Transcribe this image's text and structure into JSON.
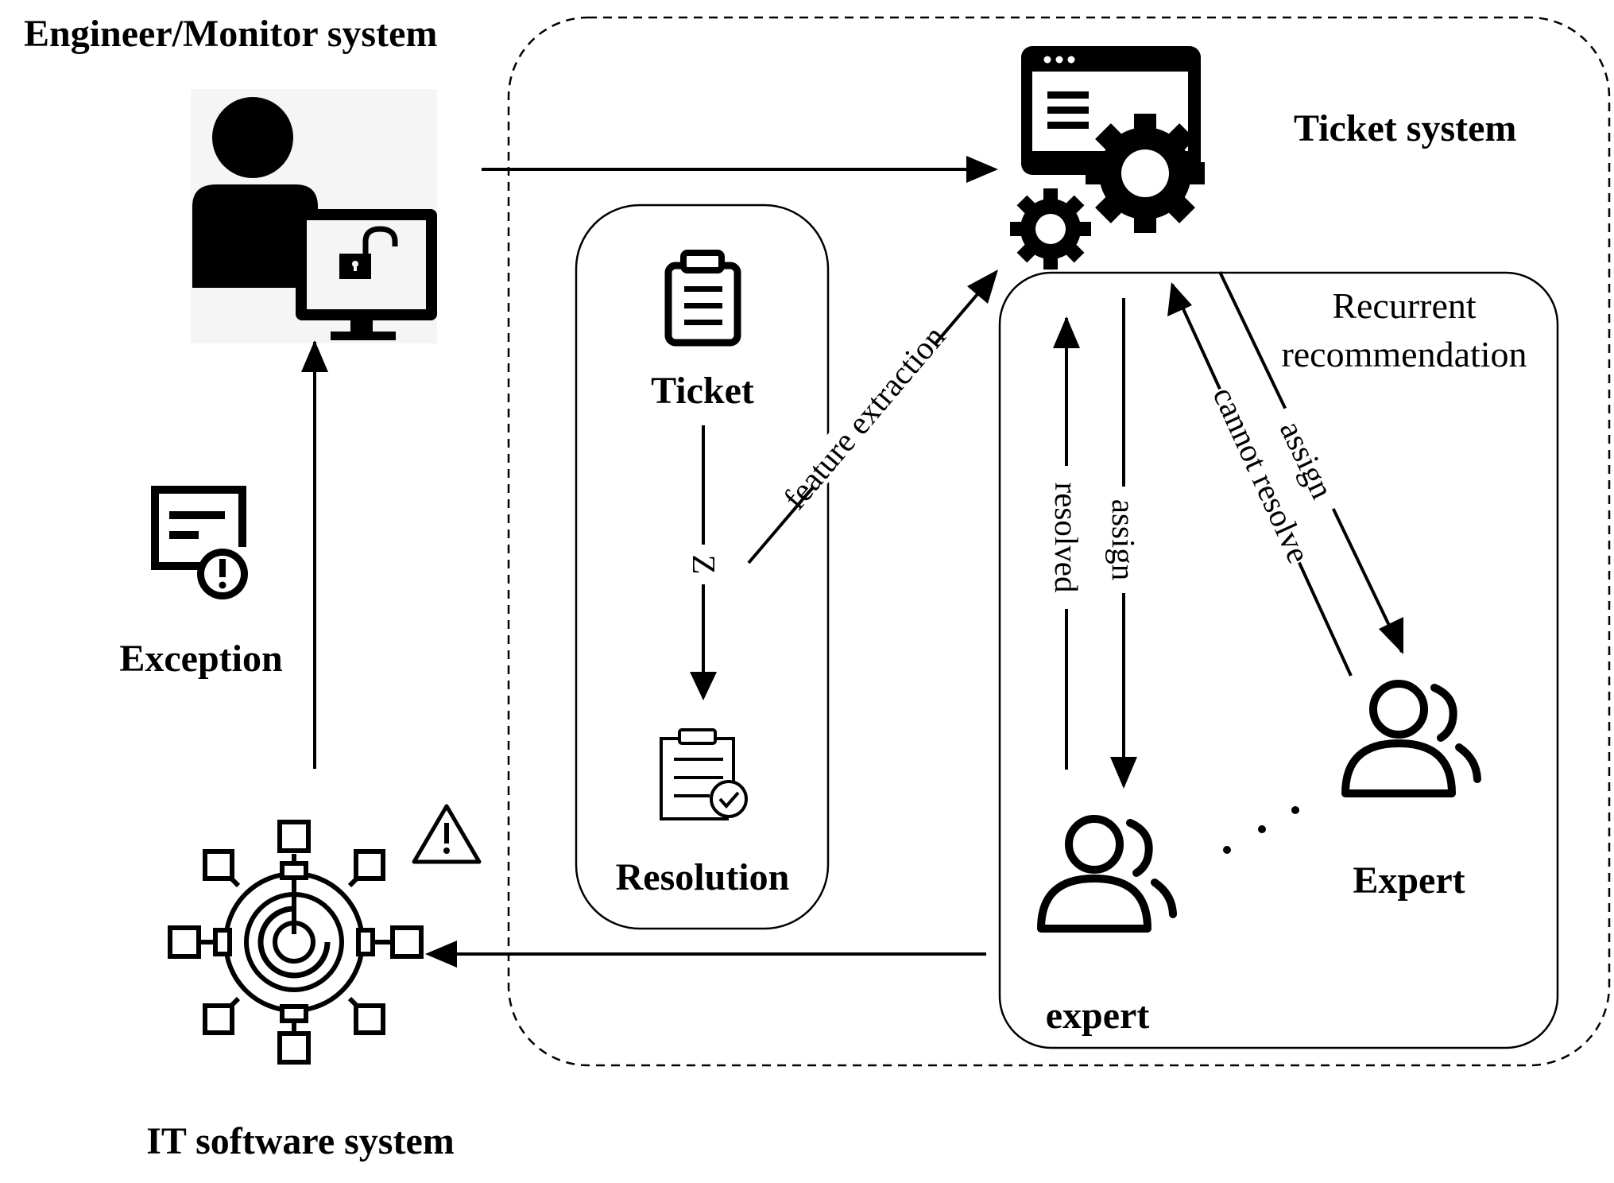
{
  "labels": {
    "engineer_system": "Engineer/Monitor system",
    "ticket_system": "Ticket system",
    "exception": "Exception",
    "it_software_system": "IT software system",
    "ticket": "Ticket",
    "resolution": "Resolution",
    "recurrent_recommendation_line1": "Recurrent",
    "recurrent_recommendation_line2": "recommendation",
    "expert_lower": "expert",
    "expert_upper": "Expert"
  },
  "edge_labels": {
    "feature_extraction": "feature extraction",
    "z": "Z",
    "resolved": "resolved",
    "assign_inner": "assign",
    "cannot_resolve": "cannot resolve",
    "assign_outer": "assign"
  },
  "colors": {
    "stroke": "#000000",
    "icon_bg": "#f5f5f5",
    "background": "#ffffff"
  },
  "icons": [
    "user-monitor-icon",
    "ticket-system-icon",
    "exception-document-icon",
    "it-software-gear-icon",
    "warning-icon",
    "clipboard-icon",
    "resolution-clipboard-icon",
    "expert-group-icon"
  ]
}
